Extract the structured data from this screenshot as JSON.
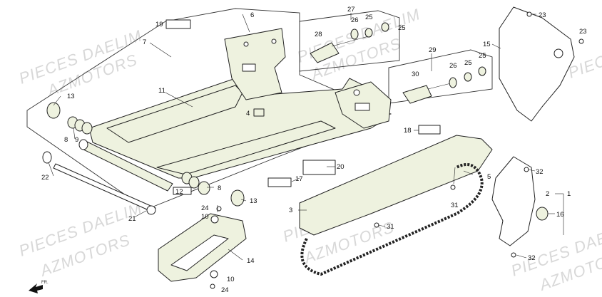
{
  "diagram": {
    "watermarks": [
      "PIECES DAELIM",
      "AZMOTORS",
      "PIECES DAELIM",
      "AZMOTORS",
      "PIECES DAELIM",
      "AZMOTORS",
      "PIECES DAELIM",
      "AZMOTORS",
      "PIECE",
      "PIECES DAELIM",
      "AZMOTORS"
    ],
    "front_indicator": "FR.",
    "callouts": [
      "1",
      "2",
      "3",
      "4",
      "5",
      "6",
      "7",
      "8",
      "8",
      "9",
      "10",
      "10",
      "11",
      "12",
      "13",
      "13",
      "14",
      "15",
      "16",
      "17",
      "18",
      "19",
      "20",
      "21",
      "22",
      "23",
      "23",
      "24",
      "24",
      "25",
      "25",
      "25",
      "25",
      "26",
      "26",
      "27",
      "28",
      "29",
      "30",
      "31",
      "31",
      "32",
      "32"
    ]
  }
}
